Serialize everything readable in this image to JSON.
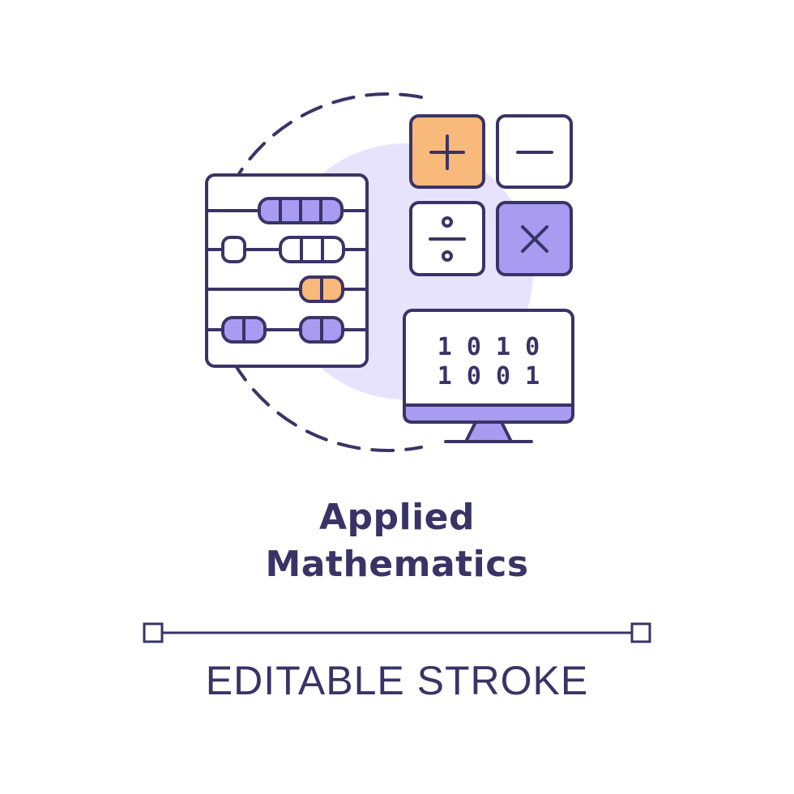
{
  "title": {
    "line1": "Applied",
    "line2": "Mathematics"
  },
  "caption": "EDITABLE STROKE",
  "monitor": {
    "row1": "1 0 1 0",
    "row2": "1 0 0 1"
  },
  "icons": [
    "abacus-icon",
    "plus-icon",
    "minus-icon",
    "divide-icon",
    "multiply-icon",
    "monitor-icon"
  ],
  "colors": {
    "outline": "#3a3366",
    "lavender": "#a99bf2",
    "lavender_light": "#e8e3fc",
    "orange": "#f9b97a"
  }
}
